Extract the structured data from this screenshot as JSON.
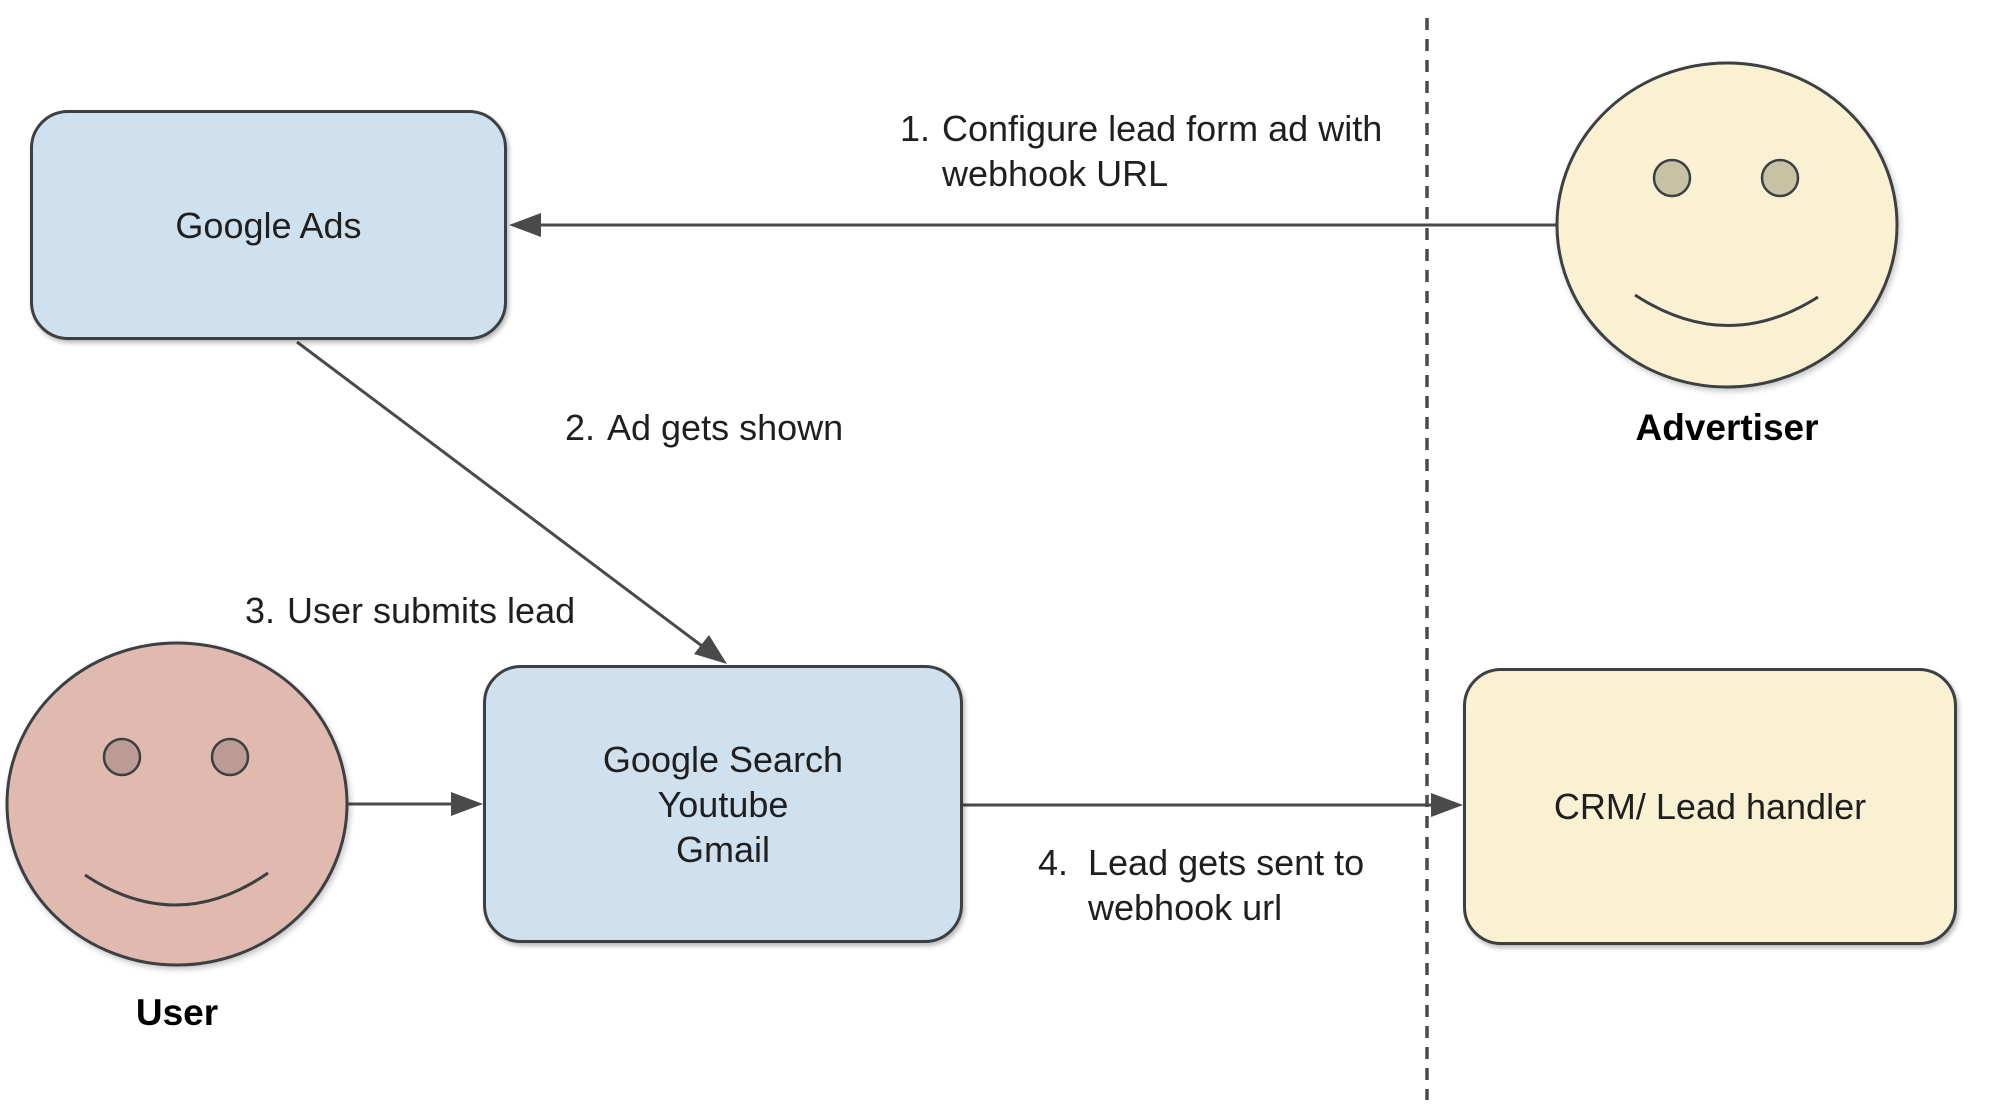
{
  "diagram": {
    "nodes": {
      "google_ads": {
        "label": "Google Ads"
      },
      "google_surfaces": {
        "lines": [
          "Google Search",
          "Youtube",
          "Gmail"
        ]
      },
      "crm": {
        "label": "CRM/ Lead handler"
      }
    },
    "actors": {
      "advertiser": {
        "label": "Advertiser"
      },
      "user": {
        "label": "User"
      }
    },
    "steps": [
      {
        "number": "1.",
        "text": "Configure lead form ad with webhook URL"
      },
      {
        "number": "2.",
        "text": "Ad gets shown"
      },
      {
        "number": "3.",
        "text": "User submits lead"
      },
      {
        "number": "4.",
        "text": "Lead gets sent to webhook url"
      }
    ],
    "colors": {
      "node_blue": "#cfe0ef",
      "node_yellow": "#faf1d2",
      "advertiser_face": "#faf1d2",
      "advertiser_eye": "#c7c2a3",
      "user_face": "#e0b9af",
      "user_eye": "#bb9b93",
      "shape_stroke": "#3d4043",
      "line": "#4a4a4a",
      "text": "#1f1f1f"
    }
  }
}
